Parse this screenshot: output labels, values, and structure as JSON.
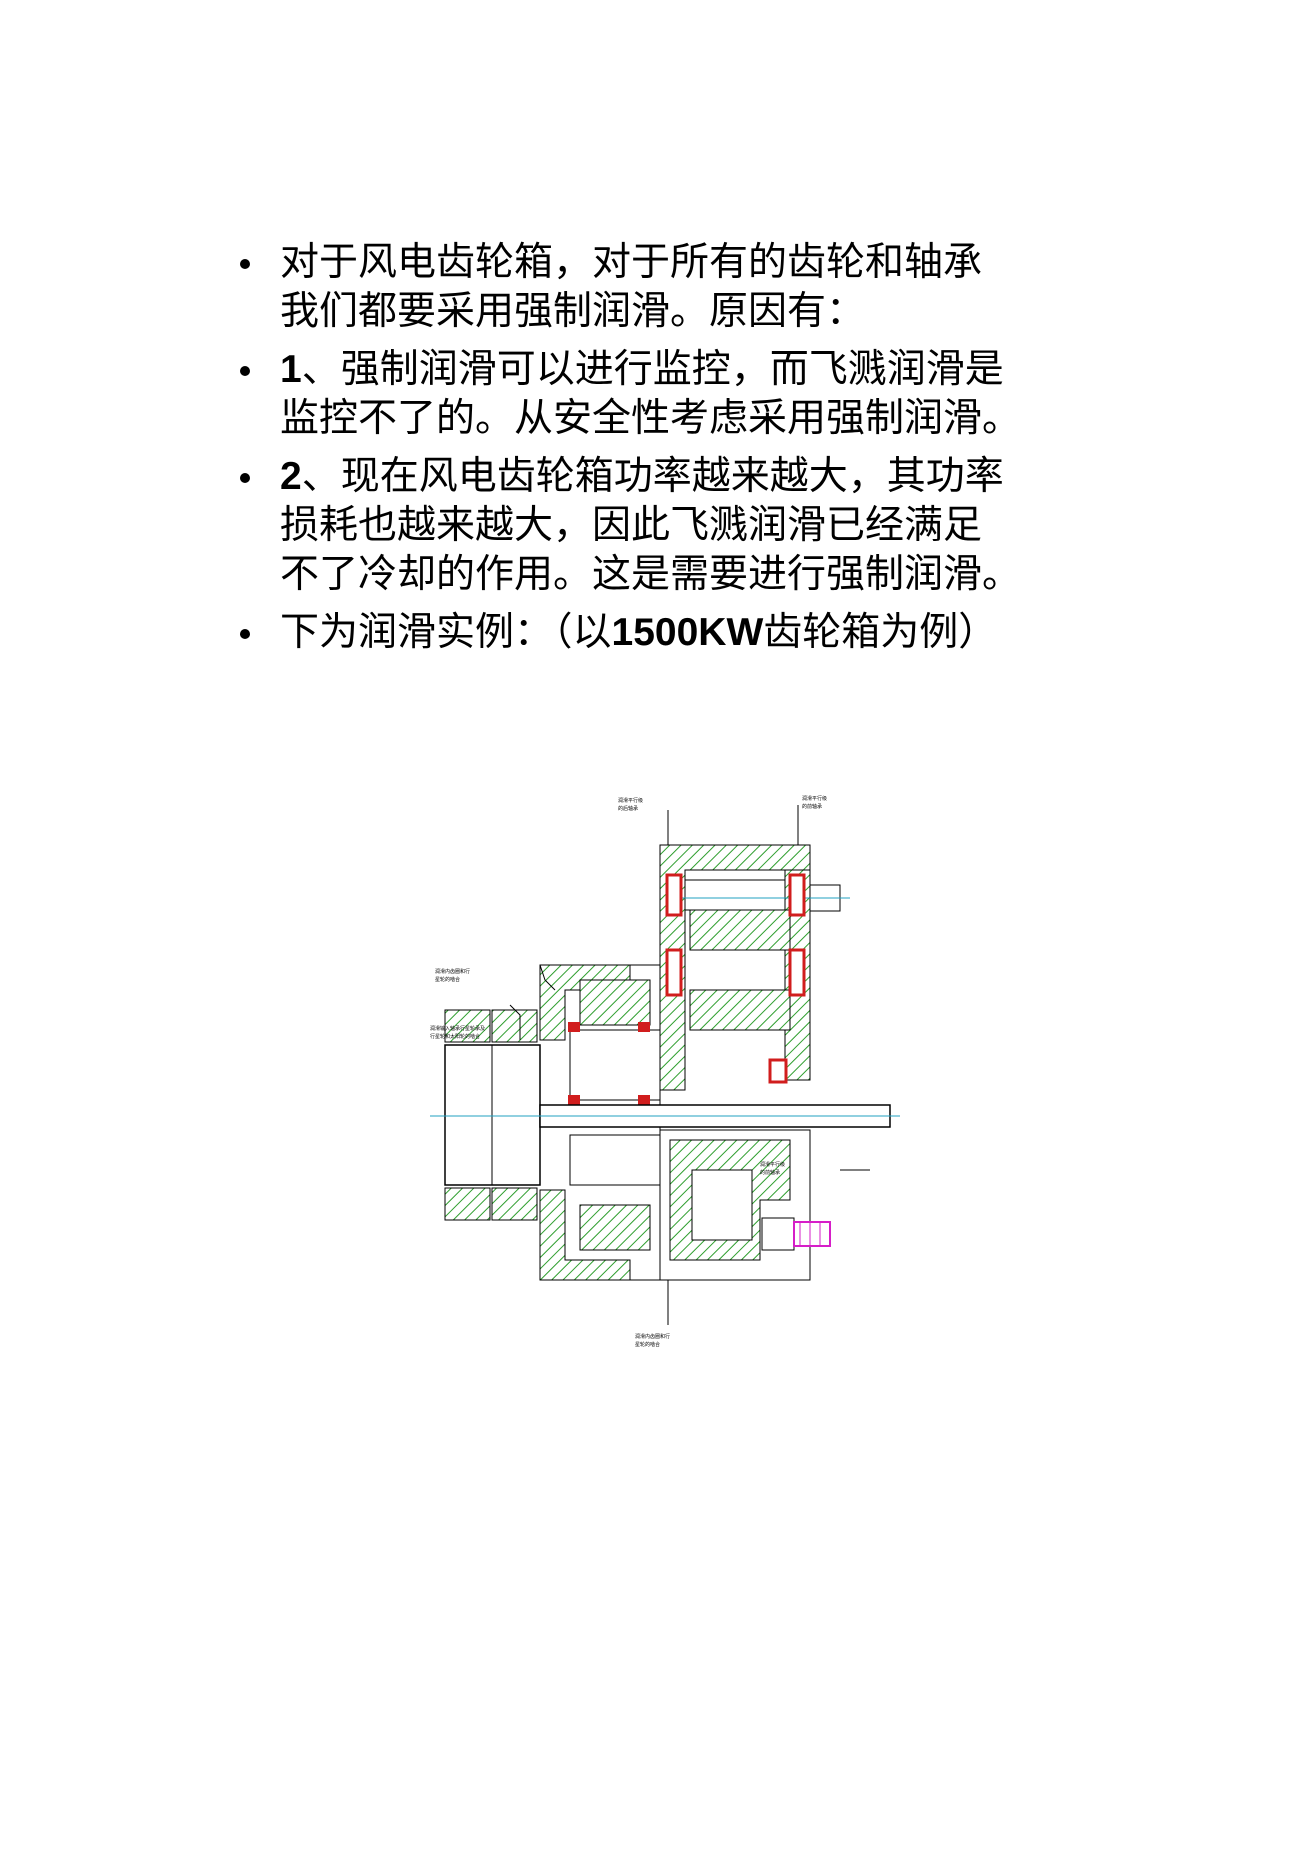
{
  "bullets": [
    {
      "lines": [
        "对于风电齿轮箱，对于所有的齿轮和轴承",
        "我们都要采用强制润滑。原因有："
      ]
    },
    {
      "num": "1",
      "lines": [
        "、强制润滑可以进行监控，而飞溅润滑是",
        "监控不了的。从安全性考虑采用强制润滑。"
      ]
    },
    {
      "num": "2",
      "lines": [
        "、现在风电齿轮箱功率越来越大，其功率",
        "损耗也越来越大，因此飞溅润滑已经满足",
        "不了冷却的作用。这是需要进行强制润滑。"
      ]
    },
    {
      "pre": "下为润滑实例：（以",
      "bold": "1500KW",
      "post": "齿轮箱为例）"
    }
  ],
  "drawing": {
    "label_top_left": [
      "润滑平行级",
      "的后轴承"
    ],
    "label_top_right": [
      "润滑平行级",
      "的前轴承"
    ],
    "label_mid_left_1": [
      "润滑内齿圈和行",
      "星轮的啮合"
    ],
    "label_mid_left_2": [
      "润滑输入轴承行星轮承及",
      "行星轮和太阳轮的啮合"
    ],
    "label_bottom_right": [
      "润滑平行级",
      "的前轴承"
    ],
    "label_bottom_center": [
      "润滑内齿圈和行",
      "星轮的啮合"
    ],
    "colors": {
      "hatch": "#2e9e2e",
      "bearing": "#d11d1d",
      "pump": "#d61ec8",
      "line": "#000000",
      "axis": "#20a0c0"
    }
  }
}
